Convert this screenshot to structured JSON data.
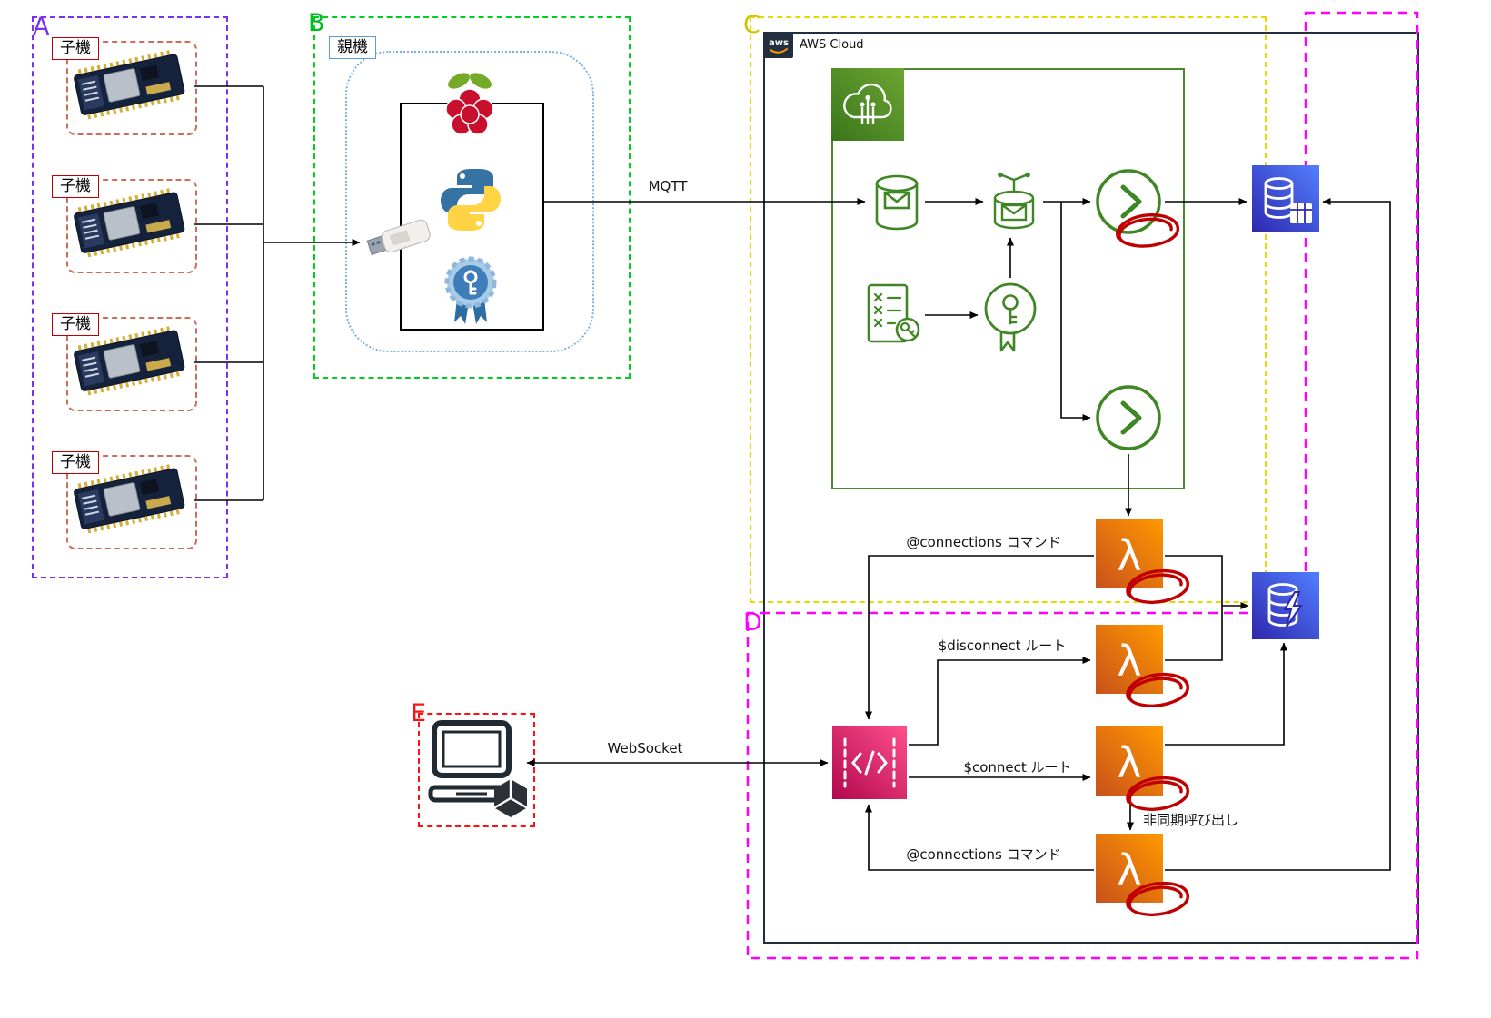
{
  "regions": {
    "a": {
      "label": "A"
    },
    "b": {
      "label": "B"
    },
    "c": {
      "label": "C"
    },
    "d": {
      "label": "D"
    },
    "e": {
      "label": "E"
    }
  },
  "labels": {
    "child_device": "子機",
    "parent_device": "親機",
    "aws_logo": "aws",
    "aws_cloud": "AWS Cloud"
  },
  "edges": {
    "mqtt": "MQTT",
    "websocket": "WebSocket",
    "connections_command_top": "@connections コマンド",
    "disconnect_route": "$disconnect ルート",
    "connect_route": "$connect ルート",
    "async_invoke": "非同期呼び出し",
    "connections_command_bottom": "@connections コマンド"
  },
  "icons": {
    "lambda_glyph": "λ",
    "esp32_board": "microcontroller-dev-board",
    "raspberry_pi": "raspberry-pi-logo",
    "python": "python-logo",
    "certificate_badge": "blue-certificate-badge",
    "usb_dongle": "usb-dongle",
    "aws_iot_core": "aws-iot-core",
    "message_broker": "iot-message-broker-cylinder-envelope",
    "iot_rule": "iot-topic-rule-cylinder",
    "iot_action": "green-circle-chevron-action",
    "iot_policy": "iot-policy-document-key",
    "iot_certificate": "iot-certificate-circle-key-ribbon",
    "dynamodb_table": "dynamodb-blue-square-table",
    "dynamodb": "dynamodb-blue-square-bolt",
    "api_gateway": "api-gateway-pink-square",
    "lambda": "lambda-orange-square",
    "computer": "desktop-computer-outline",
    "unity": "unity-cube-logo",
    "red_marker": "hand-drawn-red-ellipse-marker"
  },
  "colors": {
    "region_a": "#7a30f0",
    "region_b": "#00cc22",
    "region_c": "#e6d800",
    "region_d": "#ff00ff",
    "region_e": "#ff1111",
    "child_box_border": "#cc6e55",
    "parent_box_border": "#7bb3e0",
    "iot_green": "#3f8624",
    "lambda_orange_dark": "#C8511B",
    "lambda_orange_light": "#FF9900",
    "dynamodb_blue_dark": "#2E27AD",
    "dynamodb_blue_light": "#527FFF",
    "api_gateway_pink_dark": "#B0084D",
    "api_gateway_pink_light": "#FF4F8B",
    "aws_dark": "#232F3E",
    "marker_red": "#cc0000",
    "line": "#000000"
  }
}
